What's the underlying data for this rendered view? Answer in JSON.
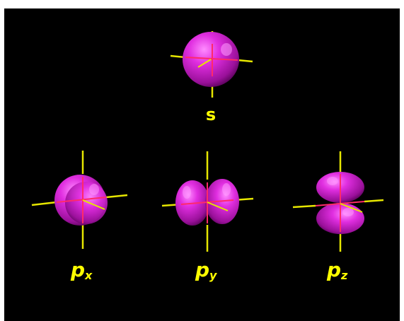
{
  "title": "",
  "colors": {
    "background": "#000000",
    "frame": "#ffffff",
    "orbital_fill": "#cc1fcc",
    "orbital_highlight": "#ff7cff",
    "orbital_shadow": "#5a005a",
    "axis": "#e6e600",
    "inner_axis": "#ff2a6a",
    "label": "#ffff00"
  },
  "orbitals": [
    {
      "id": "s",
      "label": "s",
      "subscript": ""
    },
    {
      "id": "px",
      "label": "p",
      "subscript": "x"
    },
    {
      "id": "py",
      "label": "p",
      "subscript": "y"
    },
    {
      "id": "pz",
      "label": "p",
      "subscript": "z"
    }
  ]
}
